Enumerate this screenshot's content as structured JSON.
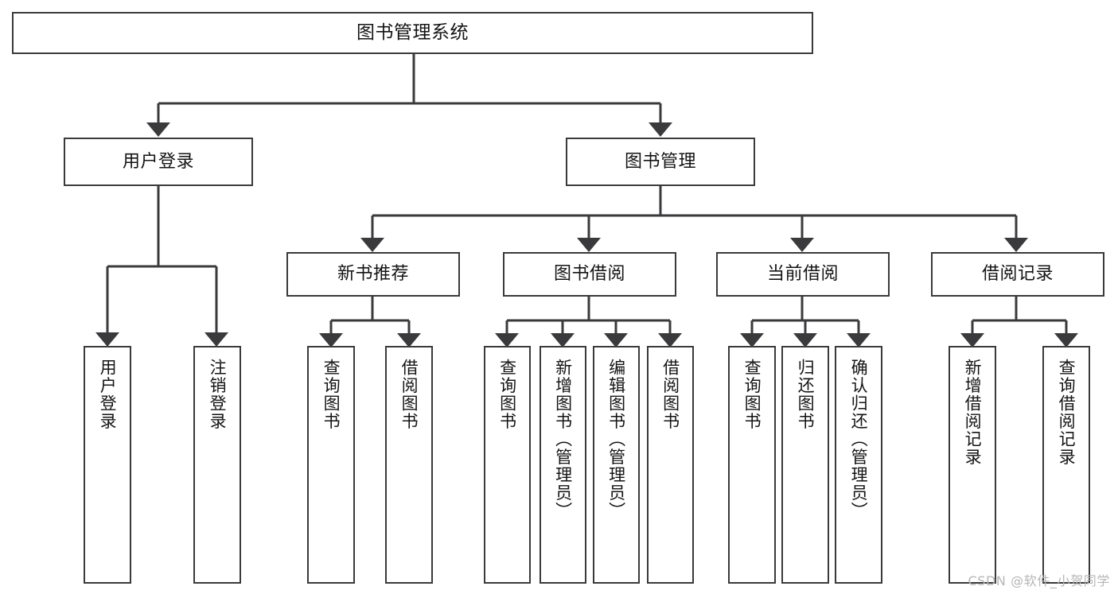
{
  "diagram": {
    "title": "图书管理系统",
    "type": "tree-hierarchy-chart",
    "root": {
      "label": "图书管理系统"
    },
    "level1": [
      {
        "label": "用户登录"
      },
      {
        "label": "图书管理"
      }
    ],
    "level2": [
      {
        "label": "新书推荐"
      },
      {
        "label": "图书借阅"
      },
      {
        "label": "当前借阅"
      },
      {
        "label": "借阅记录"
      }
    ],
    "leaves": {
      "user_login": [
        {
          "label": "用户登录"
        },
        {
          "label": "注销登录"
        }
      ],
      "new_book_recommend": [
        {
          "label": "查询图书"
        },
        {
          "label": "借阅图书"
        }
      ],
      "book_borrow": [
        {
          "label": "查询图书"
        },
        {
          "label": "新增图书（管理员）"
        },
        {
          "label": "编辑图书（管理员）"
        },
        {
          "label": "借阅图书"
        }
      ],
      "current_borrow": [
        {
          "label": "查询图书"
        },
        {
          "label": "归还图书"
        },
        {
          "label": "确认归还（管理员）"
        }
      ],
      "borrow_record": [
        {
          "label": "新增借阅记录"
        },
        {
          "label": "查询借阅记录"
        }
      ]
    }
  },
  "watermark": {
    "text": "CSDN @软件_小贺同学"
  },
  "colors": {
    "stroke": "#3a3a3c",
    "fill": "#ffffff",
    "text": "#141414",
    "watermark": "#b6b6b6"
  }
}
